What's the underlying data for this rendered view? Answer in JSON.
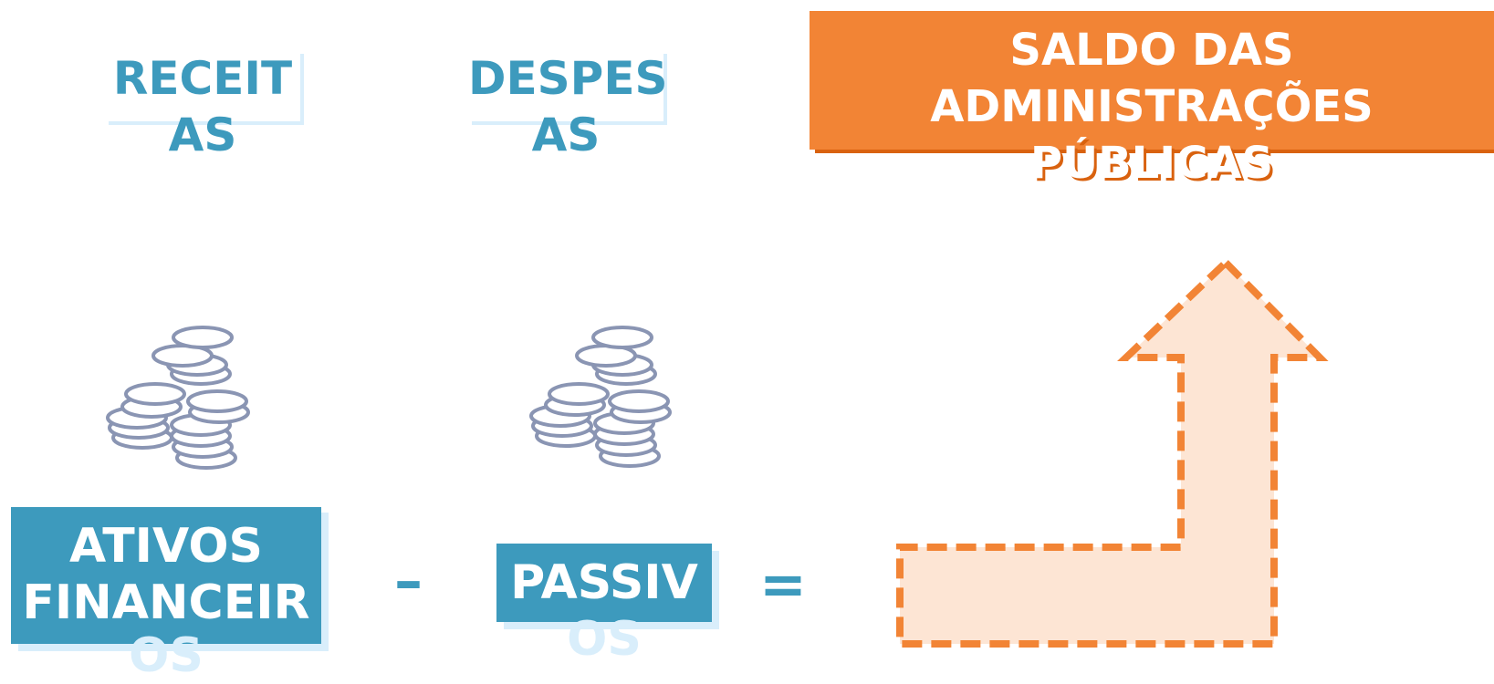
{
  "labels": {
    "receitas_line1": "RECEIT",
    "receitas_line2": "AS",
    "despesas_line1": "DESPES",
    "despesas_line2": "AS"
  },
  "saldo": {
    "line1": "SALDO DAS",
    "line2": "ADMINISTRAÇÕES",
    "line3": "PÚBLICAS"
  },
  "ativos": {
    "line1": "ATIVOS",
    "line2": "FINANCEIR",
    "line3": "OS"
  },
  "passivos": {
    "line1": "PASSIV",
    "line2": "OS"
  },
  "operators": {
    "minus": "–",
    "equals": "="
  },
  "icons": [
    "coins-stack-icon",
    "coins-stack-icon",
    "dashed-arrow-up-icon"
  ],
  "colors": {
    "blue": "#3d9abd",
    "light_blue": "#d9eefb",
    "orange": "#f28435",
    "dark_orange": "#d9620f",
    "arrow_fill": "#fde5d4",
    "coin_stroke": "#8a95b3"
  }
}
